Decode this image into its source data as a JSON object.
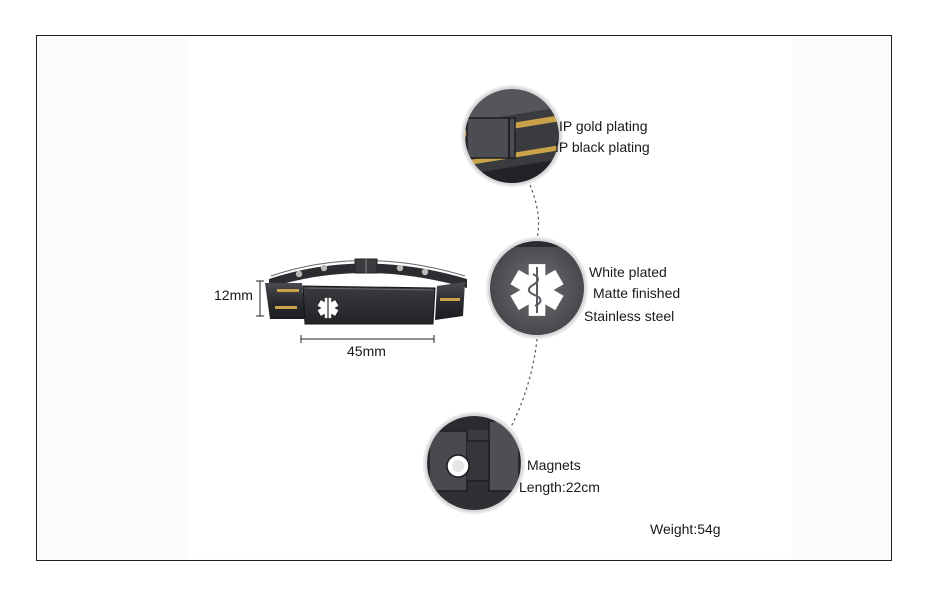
{
  "annotations": {
    "height_label": "12mm",
    "width_label": "45mm"
  },
  "features": {
    "plating": [
      "IP gold plating",
      "IP black plating"
    ],
    "badge": [
      "White plated",
      "Matte finished",
      "Stainless steel"
    ],
    "clasp": [
      "Magnets",
      "Length:22cm"
    ]
  },
  "weight_label": "Weight:54g",
  "icons": {
    "medical_symbol": "star-of-life-icon",
    "magnet": "magnet-icon"
  },
  "colors": {
    "steel_black": "#2b2c30",
    "gold_accent": "#c9a24a",
    "badge_white": "#ffffff"
  }
}
